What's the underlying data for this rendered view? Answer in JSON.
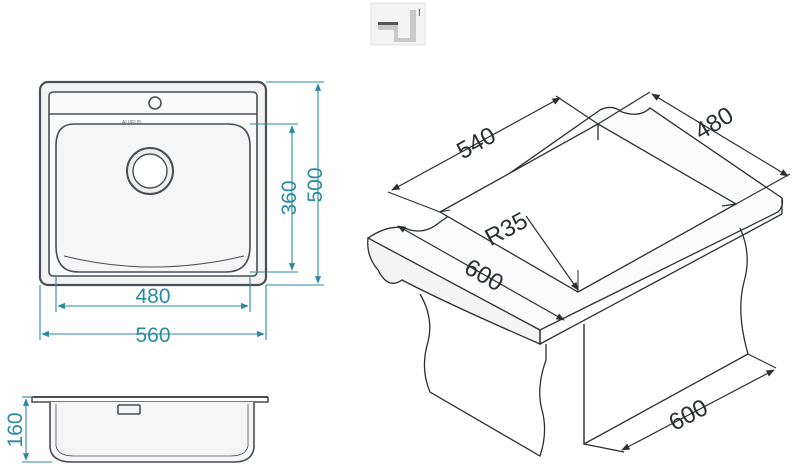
{
  "mount_icon": {
    "name": "inset-mount-icon",
    "mark": "I"
  },
  "top_view": {
    "overall_width": "560",
    "bowl_width": "480",
    "overall_depth": "500",
    "bowl_depth": "360"
  },
  "side_view": {
    "bowl_height": "160"
  },
  "perspective_view": {
    "cutout_width": "540",
    "cutout_depth": "480",
    "corner_radius": "R35",
    "cabinet_width": "600",
    "cabinet_depth": "600"
  },
  "colors": {
    "dimension_teal": "#2a8aa0",
    "dimension_dark": "#2b2f33",
    "outline": "#4a4f55",
    "icon_gray": "#d8d8d8"
  }
}
